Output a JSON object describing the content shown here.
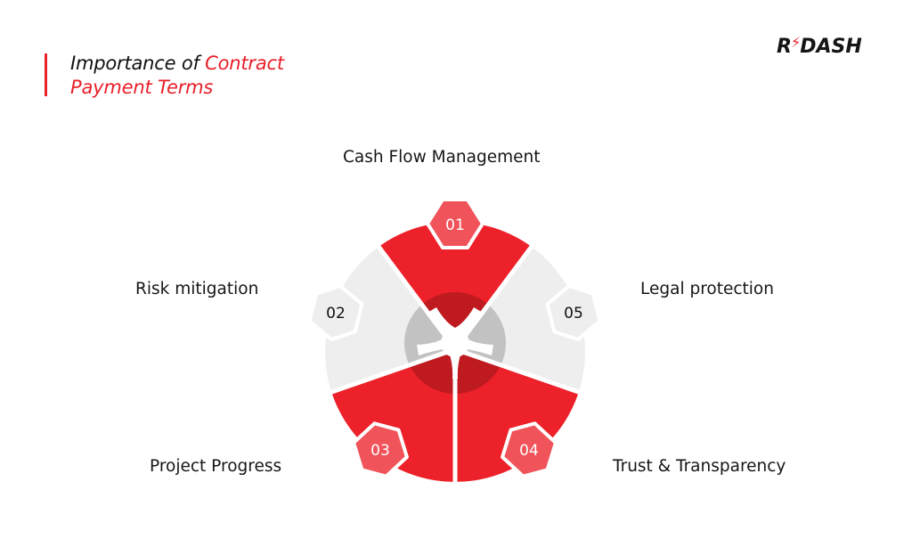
{
  "header": {
    "title_part1": "Importance of ",
    "title_part2": "Contract",
    "title_line2": "Payment Terms",
    "accent_color": "#e8202a"
  },
  "logo": {
    "text_left": "R",
    "bolt_icon": "lightning-bolt",
    "text_right": "DASH"
  },
  "diagram": {
    "type": "five-segment-pie",
    "colors": {
      "red": "#ed2129",
      "red_badge": "#f0535a",
      "grey": "#eeeeee",
      "grey_badge": "#eeeeee",
      "center_red": "#be1a20",
      "center_grey": "#c2c2c2"
    },
    "segments": [
      {
        "number": "01",
        "label": "Cash Flow Management",
        "color": "red"
      },
      {
        "number": "02",
        "label": "Risk mitigation",
        "color": "grey"
      },
      {
        "number": "03",
        "label": "Project Progress",
        "color": "red"
      },
      {
        "number": "04",
        "label": "Trust & Transparency",
        "color": "red"
      },
      {
        "number": "05",
        "label": "Legal protection",
        "color": "grey"
      }
    ]
  }
}
